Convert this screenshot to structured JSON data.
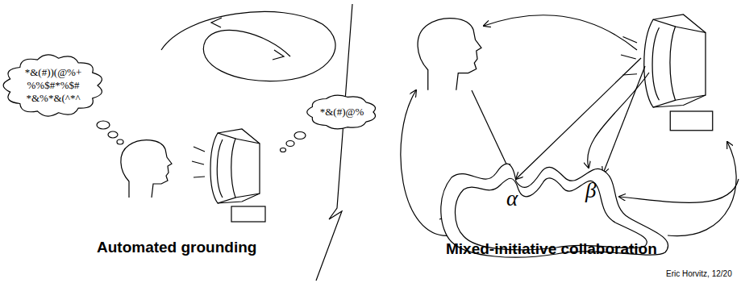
{
  "diagram": {
    "nodes": [
      {
        "text": [
          "*&(#))(@%+ %%$#*%$# *&%*&(^*^"
        ]
      },
      {
        "text": [
          "*&(#)@%"
        ]
      },
      {
        "text": [
          "α",
          "β"
        ]
      }
    ],
    "labels": [
      "Automated grounding",
      "Mixed-initiative collaboration",
      "Eric Horvitz, 12/20"
    ]
  }
}
